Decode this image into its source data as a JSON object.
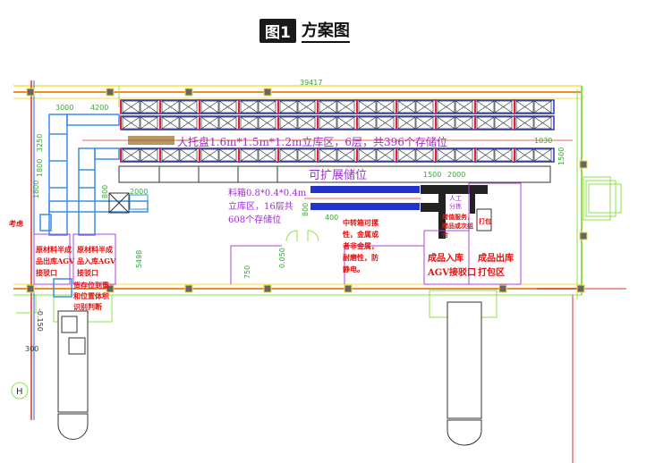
{
  "figure": {
    "number": "图1",
    "title": "方案图"
  },
  "labels": {
    "large_rack": "大托盘1.6m*1.5m*1.2m立库区，6层，共396个存储位",
    "expandable": "可扩展储位",
    "bin_rack": [
      "料箱0.8*0.4*0.4m",
      "立库区，16层共",
      "608个存储位"
    ],
    "raw_out": [
      "原材料半成",
      "品出库AGV",
      "接驳口"
    ],
    "raw_in": [
      "原材料半成",
      "品入库AGV",
      "接驳口"
    ],
    "slot_detect": [
      "货存位到重",
      "和位置体积",
      "识别判断"
    ],
    "sample": "考虑",
    "tote_note": [
      "中转箱可摞",
      "性，金属或",
      "者非金属，",
      "耐磨性，防",
      "静电。"
    ],
    "fg_in": [
      "成品入库",
      "AGV接驳口"
    ],
    "fg_out": [
      "成品出库",
      "打包区"
    ],
    "manual": [
      "人工",
      "分拣"
    ],
    "value_add": [
      "增值服务，",
      "赠品或次组",
      "合"
    ],
    "pack": "打包"
  },
  "dimensions": {
    "total_length": "39417",
    "d3000": "3000",
    "d4200": "4200",
    "d3250": "3250",
    "d1800a": "1800",
    "d1800b": "1800",
    "d800a": "800",
    "d800b": "800",
    "d2000a": "2000",
    "d5498": "5498",
    "d750": "750",
    "d0050": "0.050",
    "d1500a": "1500",
    "d2000b": "2000",
    "d1030": "1030",
    "d1500b": "1500",
    "d400": "400",
    "dneg0150": "-0.150",
    "d300": "300",
    "axis_h": "H"
  },
  "colors": {
    "rack_blue": "#2233cc",
    "conveyor_blue": "#3a8ee8",
    "text_purple": "#9b30d0",
    "text_red": "#e01010",
    "grid_green": "#8fe04a",
    "grid_yellow": "#f0e040"
  }
}
